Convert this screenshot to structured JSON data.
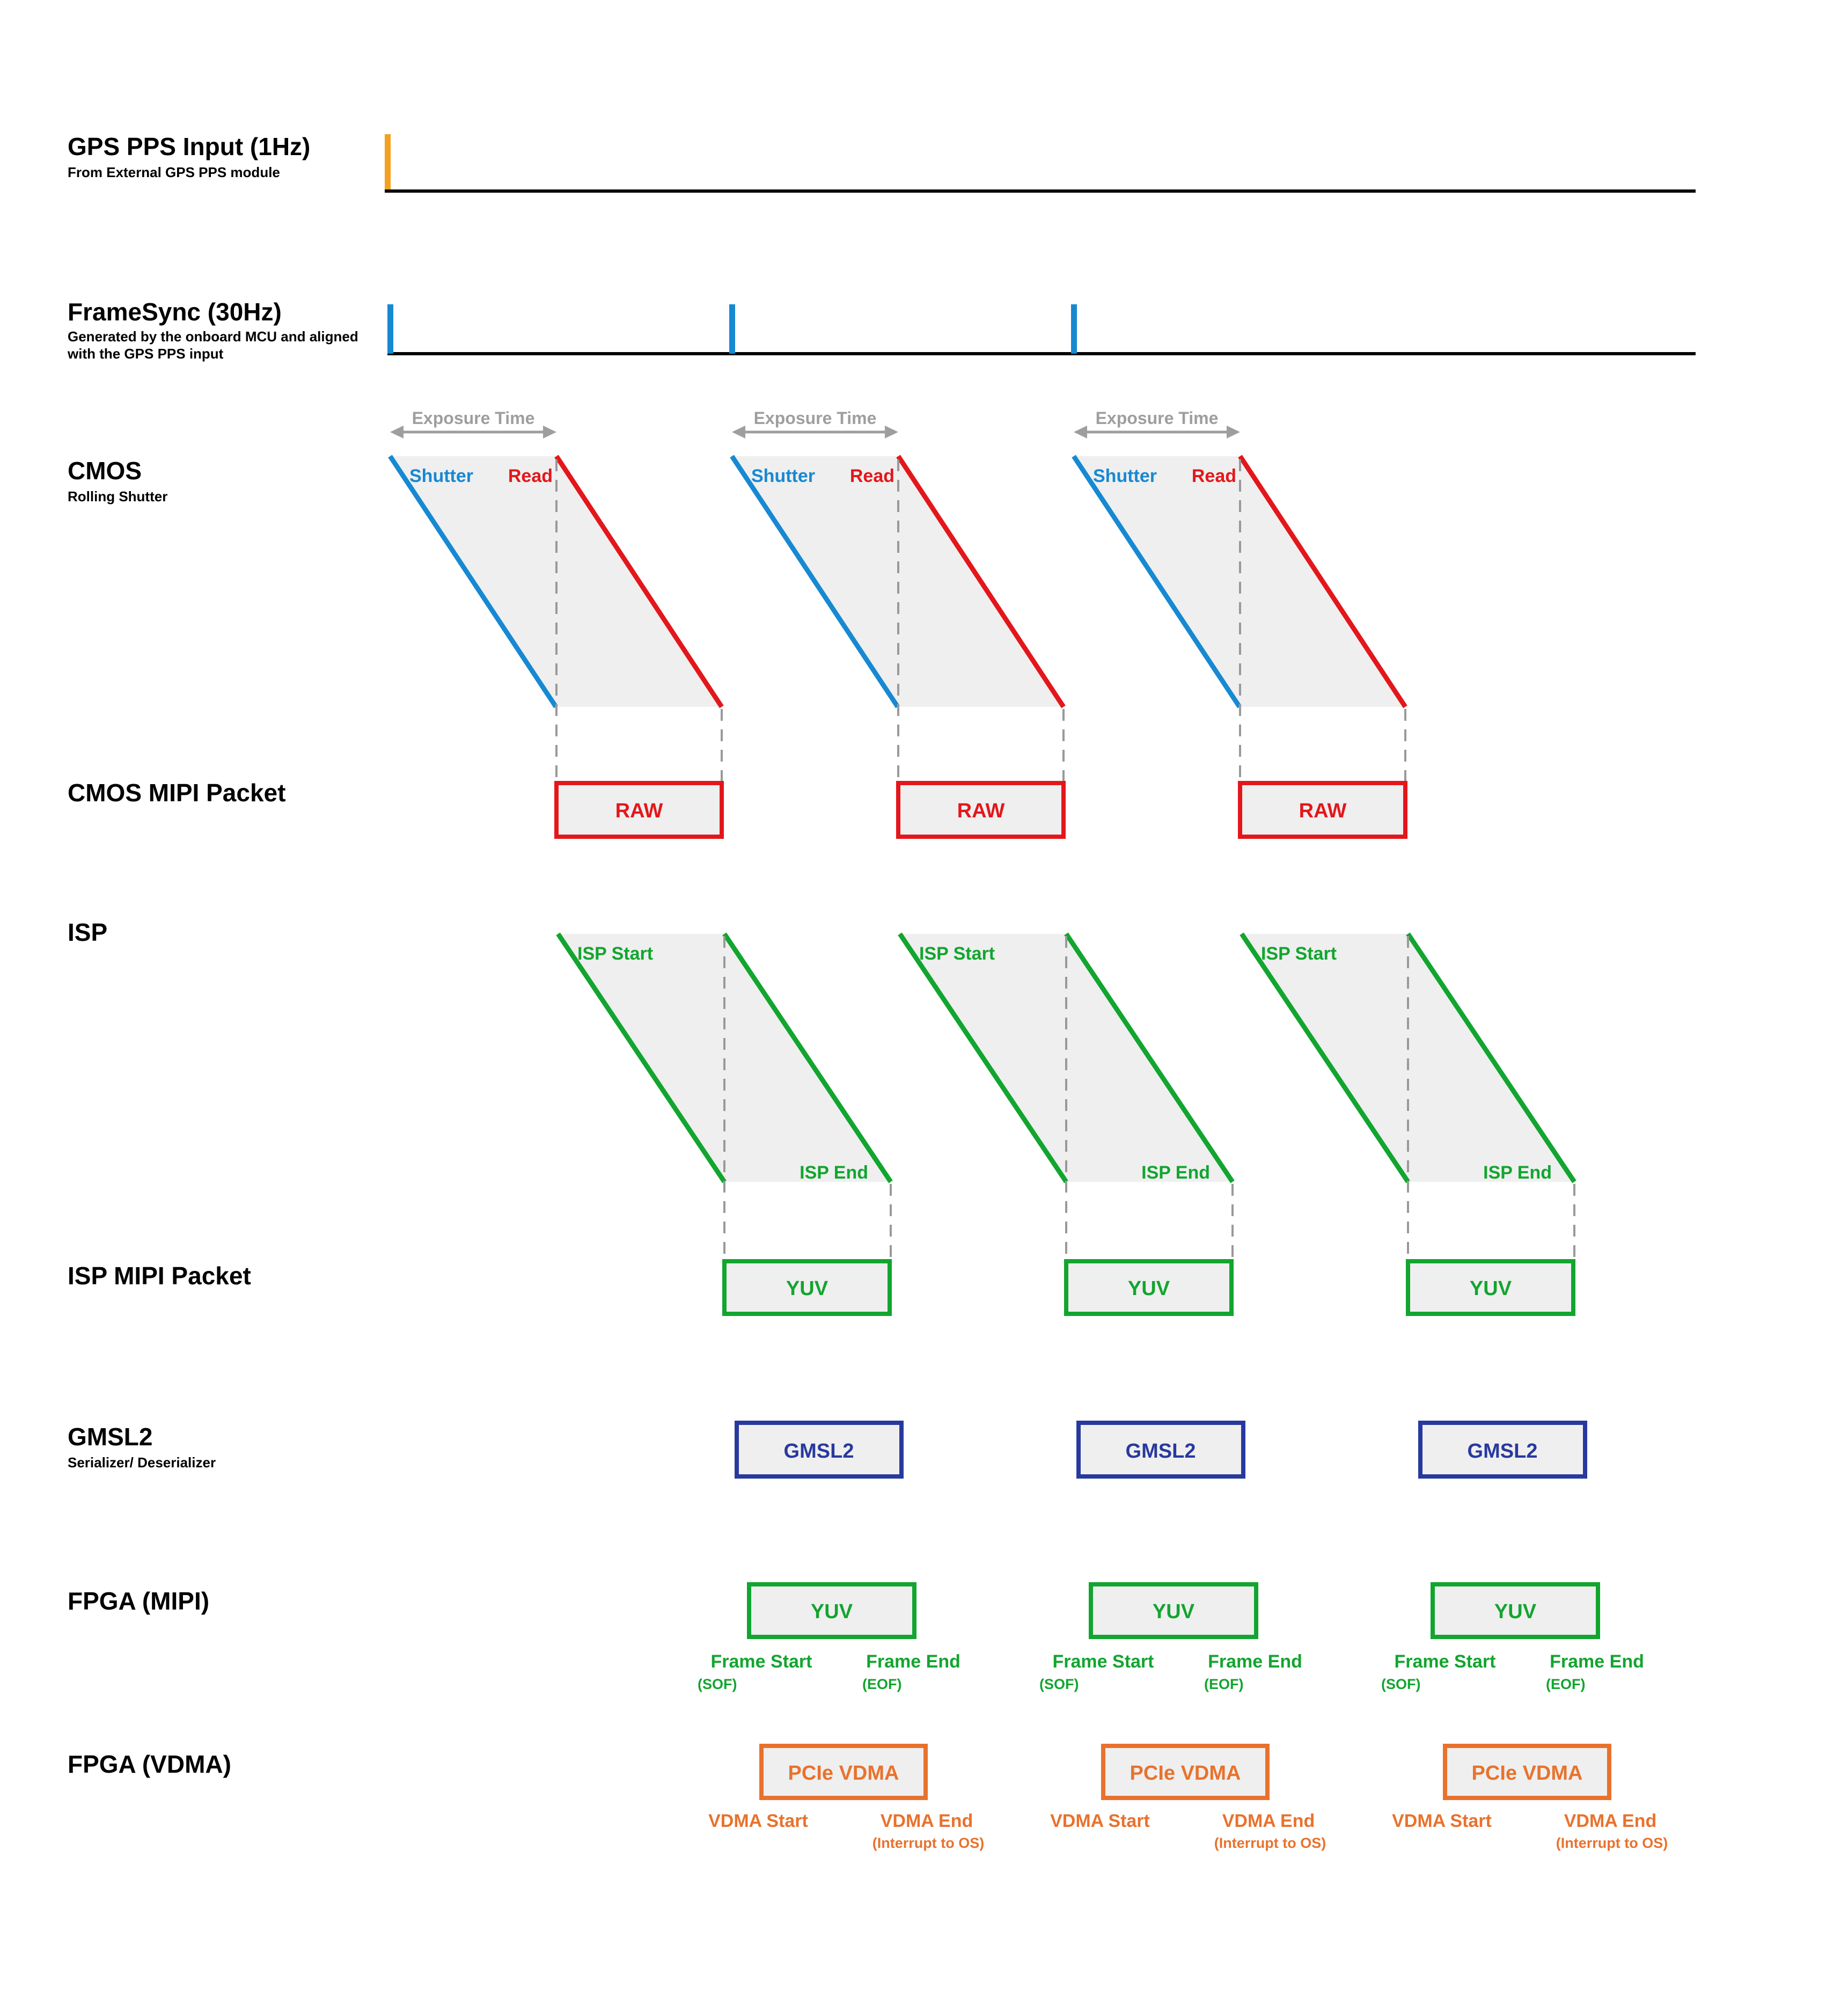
{
  "rows": {
    "gps": {
      "title": "GPS PPS Input (1Hz)",
      "subtitle": "From External GPS PPS module"
    },
    "framesync": {
      "title": "FrameSync (30Hz)",
      "subtitle1": "Generated by the onboard MCU and aligned",
      "subtitle2": "with the GPS PPS input"
    },
    "cmos": {
      "title": "CMOS",
      "subtitle": "Rolling Shutter"
    },
    "cmos_mipi": {
      "title": "CMOS MIPI Packet"
    },
    "isp": {
      "title": "ISP"
    },
    "isp_mipi": {
      "title": "ISP MIPI Packet"
    },
    "gmsl2": {
      "title": "GMSL2",
      "subtitle": "Serializer/ Deserializer"
    },
    "fpga_mipi": {
      "title": "FPGA (MIPI)"
    },
    "fpga_vdma": {
      "title": "FPGA (VDMA)"
    }
  },
  "frame_labels": {
    "exposure_time": "Exposure Time",
    "shutter": "Shutter",
    "read": "Read",
    "raw": "RAW",
    "isp_start": "ISP Start",
    "isp_end": "ISP End",
    "yuv": "YUV",
    "gmsl2": "GMSL2",
    "frame_start": "Frame Start",
    "sof": "(SOF)",
    "frame_end": "Frame End",
    "eof": "(EOF)",
    "pcie_vdma": "PCIe VDMA",
    "vdma_start": "VDMA Start",
    "vdma_end": "VDMA End",
    "interrupt": "(Interrupt to OS)"
  },
  "signals": {
    "gps_rate": "1Hz",
    "framesync_rate": "30Hz",
    "frames_shown": 3
  },
  "colors": {
    "pps_pulse": "#F5A01E",
    "framesync_pulse": "#1789D2",
    "shutter_line": "#1789D2",
    "read_line": "#E3171B",
    "isp_green": "#12A52F",
    "gmsl2_navy": "#28399E",
    "vdma_orange": "#E8722D",
    "area_fill": "#EFEFEF",
    "dashed_guide": "#999999",
    "annotation_gray": "#9E9E9E",
    "baseline_black": "#000000"
  }
}
